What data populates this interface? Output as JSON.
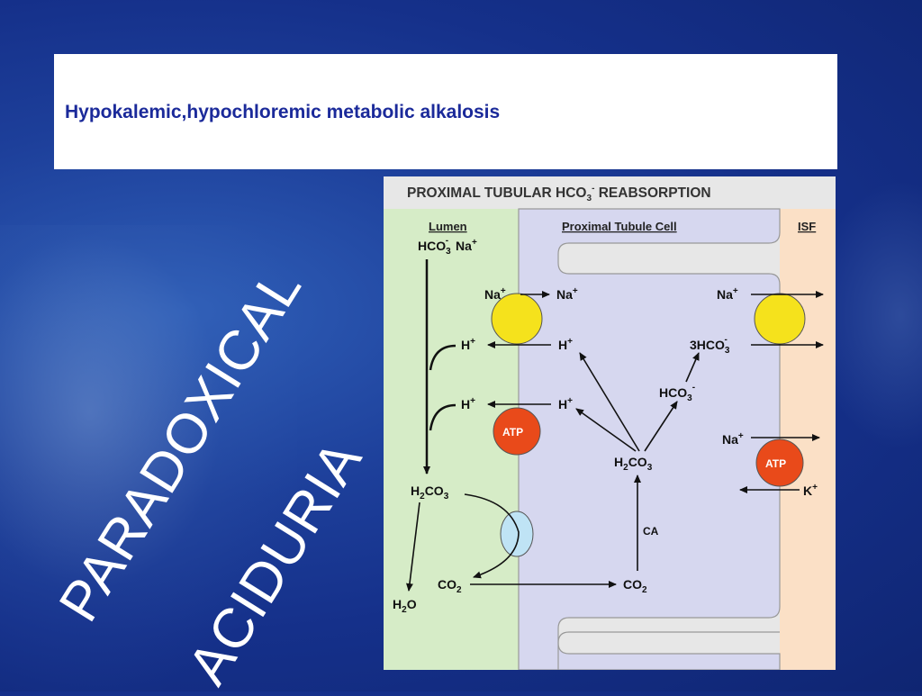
{
  "slide": {
    "title": "Hypokalemic,hypochloremic metabolic alkalosis",
    "rotated_line1": "PARADOXICAL",
    "rotated_line2": "ACIDURIA"
  },
  "diagram": {
    "header": "PROXIMAL TUBULAR HCO",
    "header_sub": "3",
    "header_sup": "-",
    "header_tail": " REABSORPTION",
    "region_lumen": "Lumen",
    "region_cell": "Proximal Tubule Cell",
    "region_isf": "ISF",
    "lumen_top_hco3": "HCO",
    "lumen_top_na": "Na",
    "na_left": "Na",
    "na_mid": "Na",
    "na_right": "Na",
    "h_left_1": "H",
    "h_mid_1": "H",
    "h_left_2": "H",
    "h_mid_2": "H",
    "hco3_3": "3HCO",
    "hco3_cell": "HCO",
    "h2co3_cell": "H",
    "h2co3_lumen": "H",
    "ca_label": "CA",
    "co2_left": "CO",
    "co2_right": "CO",
    "h2o": "H",
    "na_isf": "Na",
    "k_isf": "K",
    "atp_left": "ATP",
    "atp_right": "ATP",
    "plus": "+",
    "minus": "-",
    "two": "2",
    "three": "3",
    "o": "O"
  },
  "colors": {
    "title_text": "#1b2a9a",
    "lumen_bg": "#d6ecc7",
    "cell_bg": "#d6d7ef",
    "isf_bg": "#fbe0c6",
    "exchanger": "#f5e21c",
    "atp": "#e94a1a",
    "carbonic_anhydrase": "#bfe3f5"
  }
}
